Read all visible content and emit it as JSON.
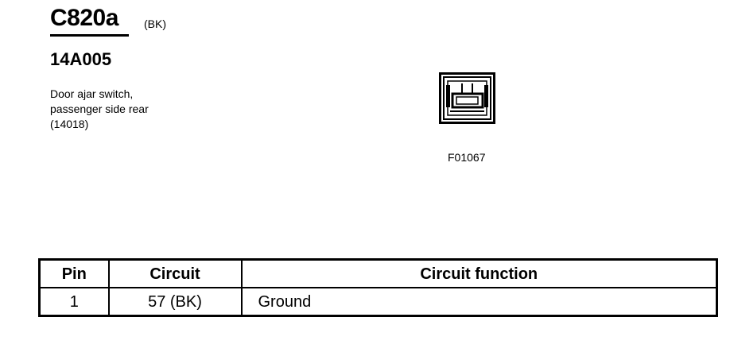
{
  "connector": {
    "id": "C820a",
    "color": "(BK)",
    "part_number": "14A005",
    "description_lines": [
      "Door ajar switch,",
      "passenger side rear",
      "(14018)"
    ]
  },
  "figure": {
    "code": "F01067",
    "icon": "connector-face-icon"
  },
  "table": {
    "headers": {
      "pin": "Pin",
      "circuit": "Circuit",
      "function": "Circuit function"
    },
    "rows": [
      {
        "pin": "1",
        "circuit": "57 (BK)",
        "function": "Ground"
      }
    ]
  }
}
